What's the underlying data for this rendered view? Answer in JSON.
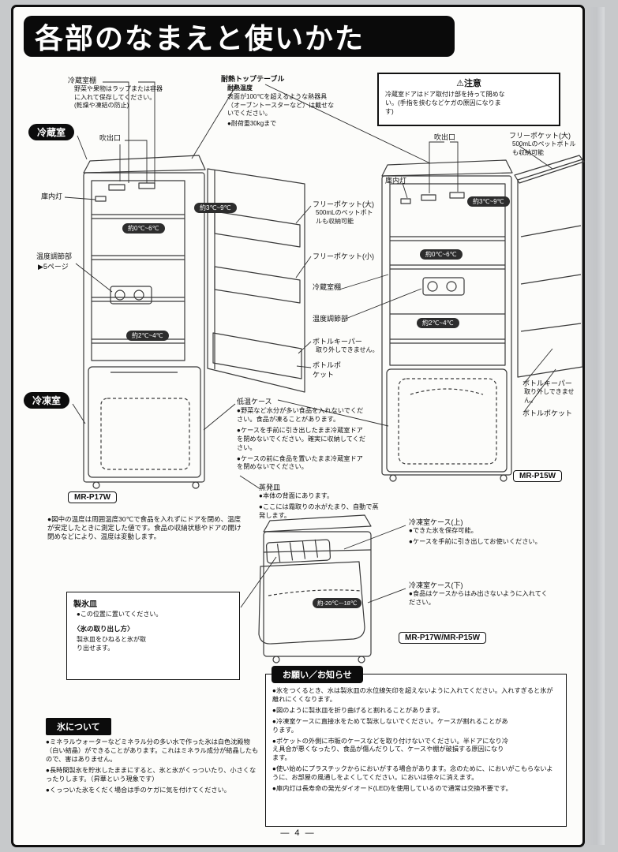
{
  "title": "各部のなまえと使いかた",
  "page_number": "— 4 —",
  "tabs": {
    "fridge": "冷蔵室",
    "freezer": "冷凍室"
  },
  "models": {
    "left": "MR-P17W",
    "right": "MR-P15W",
    "combo": "MR-P17W/MR-P15W"
  },
  "caution": {
    "icon": "⚠",
    "title": "注意",
    "body": "冷蔵室ドアはドア取付け部を持って閉めない。(手指を挟むなどケガの原因になります)"
  },
  "top_table": {
    "label": "耐熱トップテーブル",
    "sub": "耐熱温度",
    "body": "表面が100℃を超えるような熱器具（オーブントースターなど）は載せないでください。",
    "load": "●耐荷重30kgまで"
  },
  "left_labels": {
    "shelf": "冷蔵室棚",
    "shelf_note": "野菜や果物はラップまたは容器に入れて保存してください。(乾燥や凍結の防止)",
    "outlet": "吹出口",
    "lamp": "庫内灯",
    "temp_ctrl": "温度調節部",
    "temp_ctrl_page": "▶5ページ",
    "temp_top": "約3℃~9℃",
    "temp_mid": "約0℃~6℃",
    "temp_low": "約2℃~4℃"
  },
  "door_labels": {
    "free_large": "フリーポケット(大)",
    "free_large_note": "500mLのペットボトルも収納可能",
    "free_small": "フリーポケット(小)",
    "shelf": "冷蔵室棚",
    "temp_ctrl": "温度調節部",
    "bottle_keeper": "ボトルキーパー",
    "bottle_keeper_note": "取り外しできません。",
    "bottle_pocket": "ボトルポケット"
  },
  "right_labels": {
    "outlet": "吹出口",
    "free_large": "フリーポケット(大)",
    "free_large_note": "500mLのペットボトルも収納可能",
    "lamp": "庫内灯",
    "temp_top": "約3℃~9℃",
    "temp_mid": "約0℃~6℃",
    "temp_low": "約2℃~4℃",
    "bottle_keeper": "ボトルキーパー",
    "bottle_keeper_note": "取り外しできません。",
    "bottle_pocket": "ボトルポケット"
  },
  "low_case": {
    "label": "低温ケース",
    "notes": [
      "●野菜など水分が多い食品を入れないでください。食品が凍ることがあります。",
      "●ケースを手前に引き出したまま冷蔵室ドアを閉めないでください。確実に収納してください。",
      "●ケースの前に食品を置いたまま冷蔵室ドアを閉めないでください。"
    ]
  },
  "evaporator": {
    "label": "蒸発皿",
    "notes": [
      "●本体の背面にあります。",
      "●ここには霜取りの水がたまり、自動で蒸発します。"
    ]
  },
  "temp_note": "●図中の温度は周囲温度30℃で食品を入れずにドアを閉め、温度が安定したときに測定した値です。食品の収納状態やドアの開け閉めなどにより、温度は変動します。",
  "ice_tray_box": {
    "label": "製氷皿",
    "note": "●この位置に置いてください。",
    "how_title": "〈氷の取り出し方〉",
    "how_body": "製氷皿をひねると氷が取り出せます。"
  },
  "freezer_detail": {
    "upper_label": "冷凍室ケース(上)",
    "upper_notes": [
      "●できた氷を保存可能。",
      "●ケースを手前に引き出してお使いください。"
    ],
    "lower_label": "冷凍室ケース(下)",
    "lower_notes": [
      "●食品はケースからはみ出さないように入れてください。"
    ],
    "temp": "約-20℃~-18℃"
  },
  "ice_section": {
    "header": "氷について",
    "bullets": [
      "●ミネラルウォーターなどミネラル分の多い水で作った氷は白色沈殿物（白い結晶）ができることがあります。これはミネラル成分が結晶したもので、害はありません。",
      "●長時間製氷を貯氷したままにすると、氷と氷がくっついたり、小さくなったりします。（昇華という現象です）",
      "●くっついた氷をくだく場合は手のケガに気を付けてください。"
    ]
  },
  "notice_section": {
    "header": "お願い／お知らせ",
    "bullets": [
      "●氷をつくるとき、水は製氷皿の水位線矢印を超えないように入れてください。入れすぎると氷が離れにくくなります。",
      "●図のように製氷皿を折り曲げると割れることがあります。",
      "●冷凍室ケースに直接水をためて製氷しないでください。ケースが割れることがあります。",
      "●ポケットの外側に市販のケースなどを取り付けないでください。半ドアになり冷え具合が悪くなったり、食品が傷んだりして、ケースや棚が破損する原因になります。",
      "●使い始めにプラスチックからにおいがする場合があります。念のために、においがこもらないように、お部屋の風通しをよくしてください。においは徐々に消えます。",
      "●庫内灯は長寿命の発光ダイオード(LED)を使用しているので通常は交換不要です。"
    ]
  }
}
